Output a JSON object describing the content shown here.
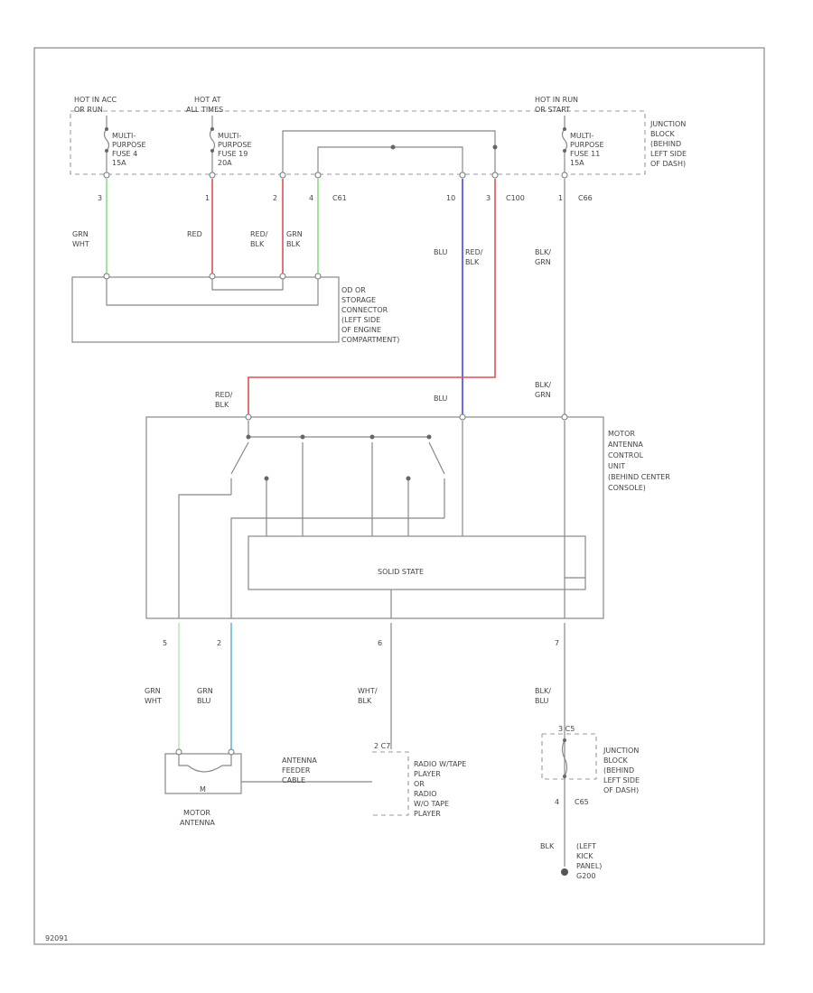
{
  "colors": {
    "green_white": "#88e088",
    "red": "#e05050",
    "blue": "#4444ee",
    "light_blue": "#66b8d8",
    "outline": "#888888"
  },
  "sources": {
    "hot_glass": [
      "HOT IN ACC",
      "OR RUN"
    ],
    "hot_all": [
      "HOT AT",
      "ALL TIMES"
    ],
    "hot_run": [
      "HOT IN RUN",
      "OR START"
    ]
  },
  "fuses": {
    "fuse4": [
      "MULTI-",
      "PURPOSE",
      "FUSE 4",
      "15A"
    ],
    "fuse19": [
      "MULTI-",
      "PURPOSE",
      "FUSE 19",
      "20A"
    ],
    "fuse11": [
      "MULTI-",
      "PURPOSE",
      "FUSE 11",
      "15A"
    ]
  },
  "junction_block_top": [
    "JUNCTION",
    "BLOCK",
    "(BEHIND",
    "LEFT SIDE",
    "OF DASH)"
  ],
  "junction_block_bottom": [
    "JUNCTION",
    "BLOCK",
    "(BEHIND",
    "LEFT SIDE",
    "OF DASH)"
  ],
  "pins_top": {
    "p1": "3",
    "p2": "1",
    "p3": "2",
    "p4": "4",
    "p5": "10",
    "p6": "3",
    "p7": "1"
  },
  "connectors_top": {
    "c1": "C61",
    "c2": "C100",
    "c3": "C66"
  },
  "wires_top": {
    "w1": [
      "GRN",
      "WHT"
    ],
    "w2": [
      "RED"
    ],
    "w3": [
      "RED/",
      "BLK"
    ],
    "w4": [
      "GRN",
      "BLK"
    ],
    "w5": [
      "BLU"
    ],
    "w6": [
      "RED/",
      "BLK"
    ],
    "w7": [
      "BLK/",
      "GRN"
    ]
  },
  "storage_connector": [
    "OD OR",
    "STORAGE",
    "CONNECTOR",
    "(LEFT SIDE",
    "OF ENGINE",
    "COMPARTMENT)"
  ],
  "wires_mid": {
    "red_blk": [
      "RED/",
      "BLK"
    ],
    "blu": [
      "BLU"
    ],
    "blk_grn": [
      "BLK/",
      "GRN"
    ]
  },
  "control_unit": [
    "MOTOR",
    "ANTENNA",
    "CONTROL",
    "UNIT",
    "(BEHIND CENTER",
    "CONSOLE)"
  ],
  "solid_state": "SOLID STATE",
  "pins_bottom": {
    "p1": "5",
    "p2": "2",
    "p3": "6",
    "p4": "7"
  },
  "wires_bottom": {
    "w1": [
      "GRN",
      "WHT"
    ],
    "w2": [
      "GRN",
      "BLU"
    ],
    "w3": [
      "WHT/",
      "BLK"
    ],
    "w4": [
      "BLK/",
      "BLU"
    ]
  },
  "motor_antenna": [
    "MOTOR",
    "ANTENNA"
  ],
  "motor_symbol": "M",
  "feeder_cable": [
    "ANTENNA",
    "FEEDER",
    "CABLE"
  ],
  "radio": [
    "RADIO W/TAPE",
    "PLAYER",
    "OR",
    "RADIO",
    "W/O TAPE",
    "PLAYER"
  ],
  "radio_pin": "2 C7",
  "ground_block": {
    "pin_top": "3 C5",
    "pin_bottom": "4",
    "connector": "C65",
    "wire": "BLK",
    "ground": [
      "(LEFT",
      "KICK",
      "PANEL)",
      "G200"
    ]
  },
  "figure_id": "92091"
}
